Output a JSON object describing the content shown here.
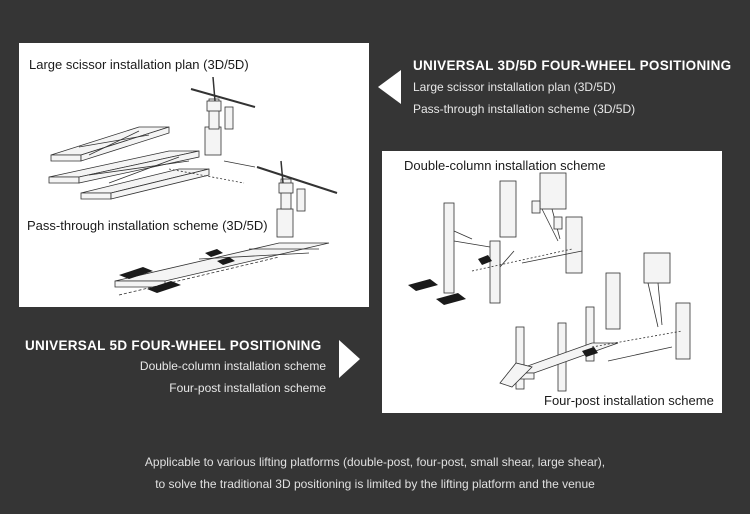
{
  "top_panel": {
    "caption_large": "Large scissor installation plan (3D/5D)",
    "caption_pass": "Pass-through installation scheme (3D/5D)"
  },
  "section_3d5d": {
    "heading": "UNIVERSAL 3D/5D FOUR-WHEEL POSITIONING",
    "items": [
      "Large scissor installation plan (3D/5D)",
      "Pass-through installation scheme (3D/5D)"
    ]
  },
  "bottom_panel": {
    "caption_double": "Double-column installation scheme",
    "caption_four": "Four-post installation scheme"
  },
  "section_5d": {
    "heading": "UNIVERSAL 5D FOUR-WHEEL POSITIONING",
    "items": [
      "Double-column installation scheme",
      "Four-post installation scheme"
    ]
  },
  "footer": {
    "line1": "Applicable to various lifting platforms (double-post, four-post, small shear, large shear),",
    "line2": "to solve the traditional 3D positioning is limited by the lifting platform and the venue"
  },
  "colors": {
    "background": "#353535",
    "panel": "#ffffff",
    "text": "#ffffff"
  }
}
